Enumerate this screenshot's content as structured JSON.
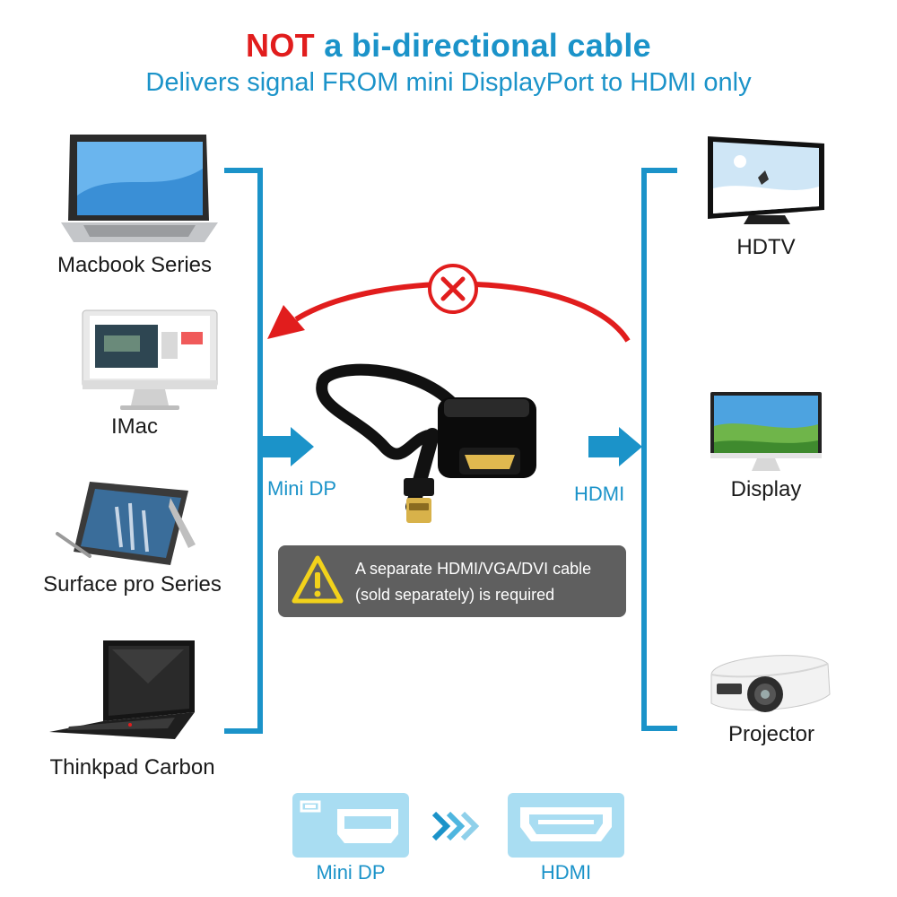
{
  "header": {
    "title_emphasis": "NOT",
    "title_rest": " a bi-directional cable",
    "subtitle": "Delivers signal FROM mini DisplayPort to HDMI only"
  },
  "sources": [
    {
      "label": "Macbook Series",
      "icon": "macbook-icon"
    },
    {
      "label": "IMac",
      "icon": "imac-icon"
    },
    {
      "label": "Surface pro Series",
      "icon": "surface-icon"
    },
    {
      "label": "Thinkpad Carbon",
      "icon": "thinkpad-icon"
    }
  ],
  "destinations": [
    {
      "label": "HDTV",
      "icon": "hdtv-icon"
    },
    {
      "label": "Display",
      "icon": "monitor-icon"
    },
    {
      "label": "Projector",
      "icon": "projector-icon"
    }
  ],
  "ports": {
    "input_label": "Mini DP",
    "output_label": "HDMI"
  },
  "warning": {
    "line1": "A separate HDMI/VGA/DVI cable",
    "line2": "(sold separately) is required",
    "icon": "warning-triangle-icon"
  },
  "bottom": {
    "from_label": "Mini DP",
    "to_label": "HDMI",
    "from_icon": "mini-dp-port-icon",
    "to_icon": "hdmi-port-icon",
    "arrow_icon": "double-chevron-icon"
  },
  "colors": {
    "accent_blue": "#1b93c9",
    "light_blue": "#a9ddf2",
    "no_red": "#e11d1d",
    "warning_gray": "#5f5f5f",
    "warning_yellow": "#f2d21b"
  }
}
